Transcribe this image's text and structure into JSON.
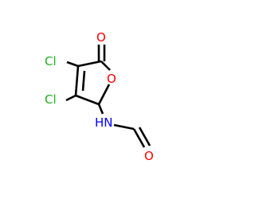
{
  "molecule": {
    "atoms": {
      "cl_upper": "Cl",
      "cl_lower": "Cl",
      "carbonyl_oxygen": "O",
      "ring_oxygen": "O",
      "amide_nitrogen": "HN",
      "formyl_oxygen": "O"
    },
    "colors": {
      "bond": "#000000",
      "chlorine": "#1fb01f",
      "oxygen": "#ff0000",
      "nitrogen": "#0000ff"
    }
  }
}
